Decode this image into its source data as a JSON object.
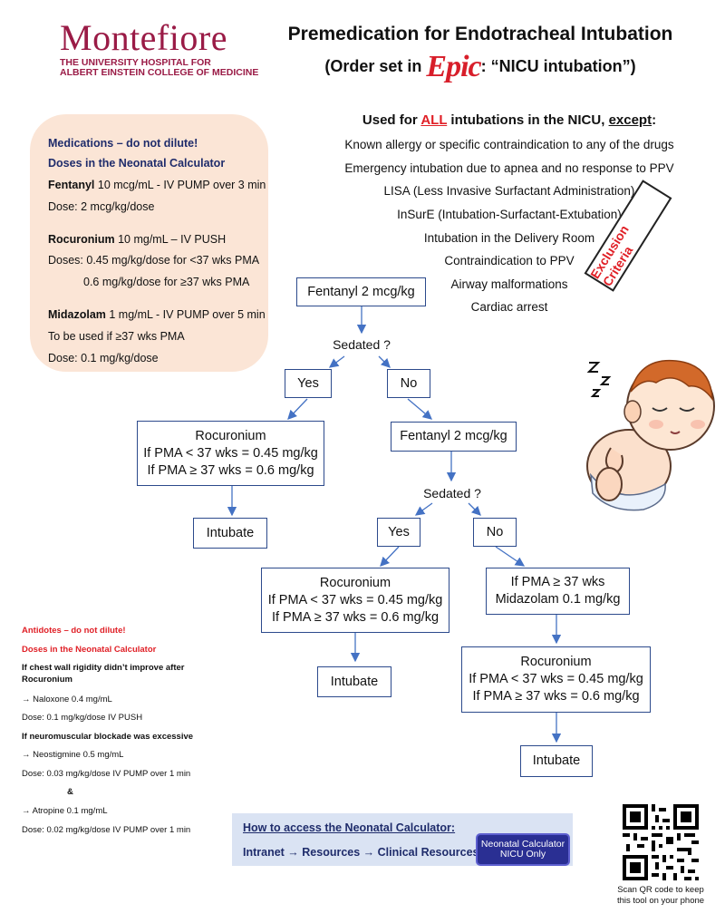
{
  "logo": {
    "name": "Montefiore",
    "sub_line1": "THE UNIVERSITY HOSPITAL FOR",
    "sub_line2": "ALBERT EINSTEIN COLLEGE OF MEDICINE"
  },
  "header": {
    "title": "Premedication for Endotracheal Intubation",
    "subtitle_pre": "(Order set in ",
    "epic": "Epic",
    "subtitle_post": ": “NICU intubation”)"
  },
  "medications": {
    "heading": "Medications – do not dilute!",
    "subheading": "Doses in the Neonatal Calculator",
    "fentanyl_name": "Fentanyl",
    "fentanyl_rest": " 10 mcg/mL - IV PUMP over 3 min",
    "fentanyl_dose": "Dose: 2 mcg/kg/dose",
    "rocuronium_name": "Rocuronium",
    "rocuronium_rest": " 10 mg/mL – IV PUSH",
    "rocuronium_dose1": "Doses: 0.45 mg/kg/dose for <37 wks PMA",
    "rocuronium_dose2": "0.6 mg/kg/dose for ≥37 wks PMA",
    "midazolam_name": "Midazolam",
    "midazolam_rest": " 1 mg/mL - IV PUMP over 5 min",
    "midazolam_use": "To be used if ≥37 wks PMA",
    "midazolam_dose": "Dose: 0.1 mg/kg/dose"
  },
  "exclusions": {
    "head_pre": "Used for ",
    "head_all": "ALL",
    "head_mid": " intubations in the NICU, ",
    "head_except": "except",
    "head_colon": ":",
    "items": [
      "Known allergy or specific contraindication to any of the drugs",
      "Emergency intubation due to apnea and no response to PPV",
      "LISA (Less Invasive Surfactant Administration)",
      "InSurE (Intubation-Surfactant-Extubation)",
      "Intubation in the Delivery Room",
      "Contraindication to PPV",
      "Airway malformations",
      "Cardiac arrest"
    ],
    "stamp": "Exclusion Criteria"
  },
  "flow": {
    "fentanyl1": "Fentanyl 2 mcg/kg",
    "sedated1": "Sedated ?",
    "yes1": "Yes",
    "no1": "No",
    "roc1_title": "Rocuronium",
    "roc1_l1": "If PMA < 37 wks = 0.45 mg/kg",
    "roc1_l2": "If PMA ≥ 37 wks = 0.6 mg/kg",
    "intubate1": "Intubate",
    "fentanyl2": "Fentanyl 2 mcg/kg",
    "sedated2": "Sedated ?",
    "yes2": "Yes",
    "no2": "No",
    "roc2_title": "Rocuronium",
    "roc2_l1": "If PMA < 37 wks = 0.45 mg/kg",
    "roc2_l2": "If PMA ≥ 37 wks = 0.6 mg/kg",
    "intubate2": "Intubate",
    "mid_l1": "If PMA ≥ 37 wks",
    "mid_l2": "Midazolam 0.1 mg/kg",
    "roc3_title": "Rocuronium",
    "roc3_l1": "If PMA < 37 wks = 0.45 mg/kg",
    "roc3_l2": "If PMA ≥ 37 wks = 0.6 mg/kg",
    "intubate3": "Intubate",
    "arrow_color": "#4472c4"
  },
  "antidotes": {
    "heading": "Antidotes – do not dilute!",
    "subheading": "Doses in the Neonatal Calculator",
    "case1_l1": "If chest wall rigidity didn’t improve after",
    "case1_l2": "Rocuronium",
    "naloxone": "→ Naloxone 0.4 mg/mL",
    "naloxone_dose": "Dose: 0.1 mg/kg/dose IV PUSH",
    "case2": "If neuromuscular blockade was excessive",
    "neostigmine": "→ Neostigmine 0.5 mg/mL",
    "neostigmine_dose": "Dose: 0.03 mg/kg/dose IV PUMP over 1 min",
    "and": "&",
    "atropine": "→ Atropine 0.1 mg/mL",
    "atropine_dose": "Dose: 0.02 mg/kg/dose IV PUMP over 1 min"
  },
  "calculator": {
    "heading": "How to access the Neonatal Calculator:",
    "path": "Intranet → Resources → Clinical Resources →",
    "button_l1": "Neonatal Calculator",
    "button_l2": "NICU Only"
  },
  "qr": {
    "caption_l1": "Scan QR code to keep",
    "caption_l2": "this tool on your phone"
  },
  "colors": {
    "brand": "#9a1b46",
    "epic_red": "#d81e2a",
    "navy": "#1f2c6b",
    "panel": "#fbe5d6",
    "box_border": "#2c4a8c"
  }
}
